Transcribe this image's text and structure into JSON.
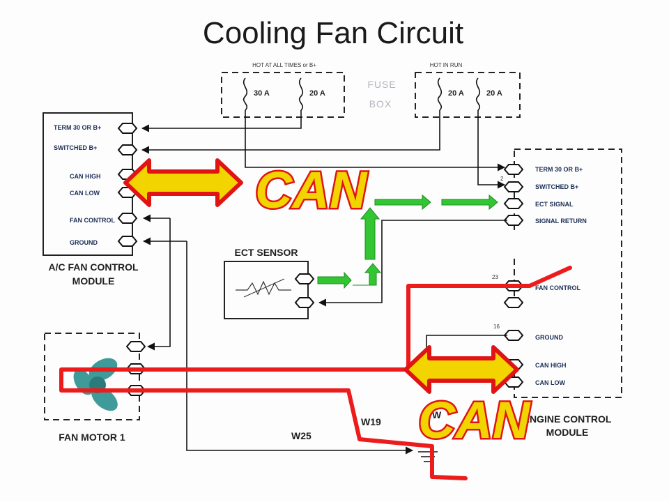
{
  "title": "Cooling Fan Circuit",
  "fuse_box": {
    "label_line1": "FUSE",
    "label_line2": "BOX",
    "left_header": "HOT AT ALL TIMES or B+",
    "right_header": "HOT IN RUN",
    "fuses": [
      "30 A",
      "20 A",
      "20 A",
      "20 A"
    ]
  },
  "ac_module": {
    "name_line1": "A/C FAN CONTROL",
    "name_line2": "MODULE",
    "pins": [
      "TERM 30 OR B+",
      "SWITCHED B+",
      "CAN HIGH",
      "CAN LOW",
      "FAN CONTROL",
      "GROUND"
    ]
  },
  "ecm": {
    "name_line1": "ENGINE CONTROL",
    "name_line2": "MODULE",
    "top_pins": [
      "TERM 30 OR B+",
      "SWITCHED B+",
      "ECT SIGNAL",
      "SIGNAL RETURN"
    ],
    "fan_control_label": "FAN CONTROL",
    "ground_label": "GROUND",
    "can_pins": [
      "CAN HIGH",
      "CAN LOW"
    ],
    "pin_numbers": [
      "23",
      "16",
      "2"
    ]
  },
  "ect_sensor": {
    "name": "ECT SENSOR"
  },
  "fan_motor": {
    "name": "FAN MOTOR 1"
  },
  "wire_labels": [
    "W25",
    "W19",
    "W"
  ],
  "can_overlay": {
    "word": "CAN"
  },
  "colors": {
    "red": "#ec1c1c",
    "yellow": "#f2d400",
    "green": "#33c633",
    "fan": "#3f9a9a"
  }
}
